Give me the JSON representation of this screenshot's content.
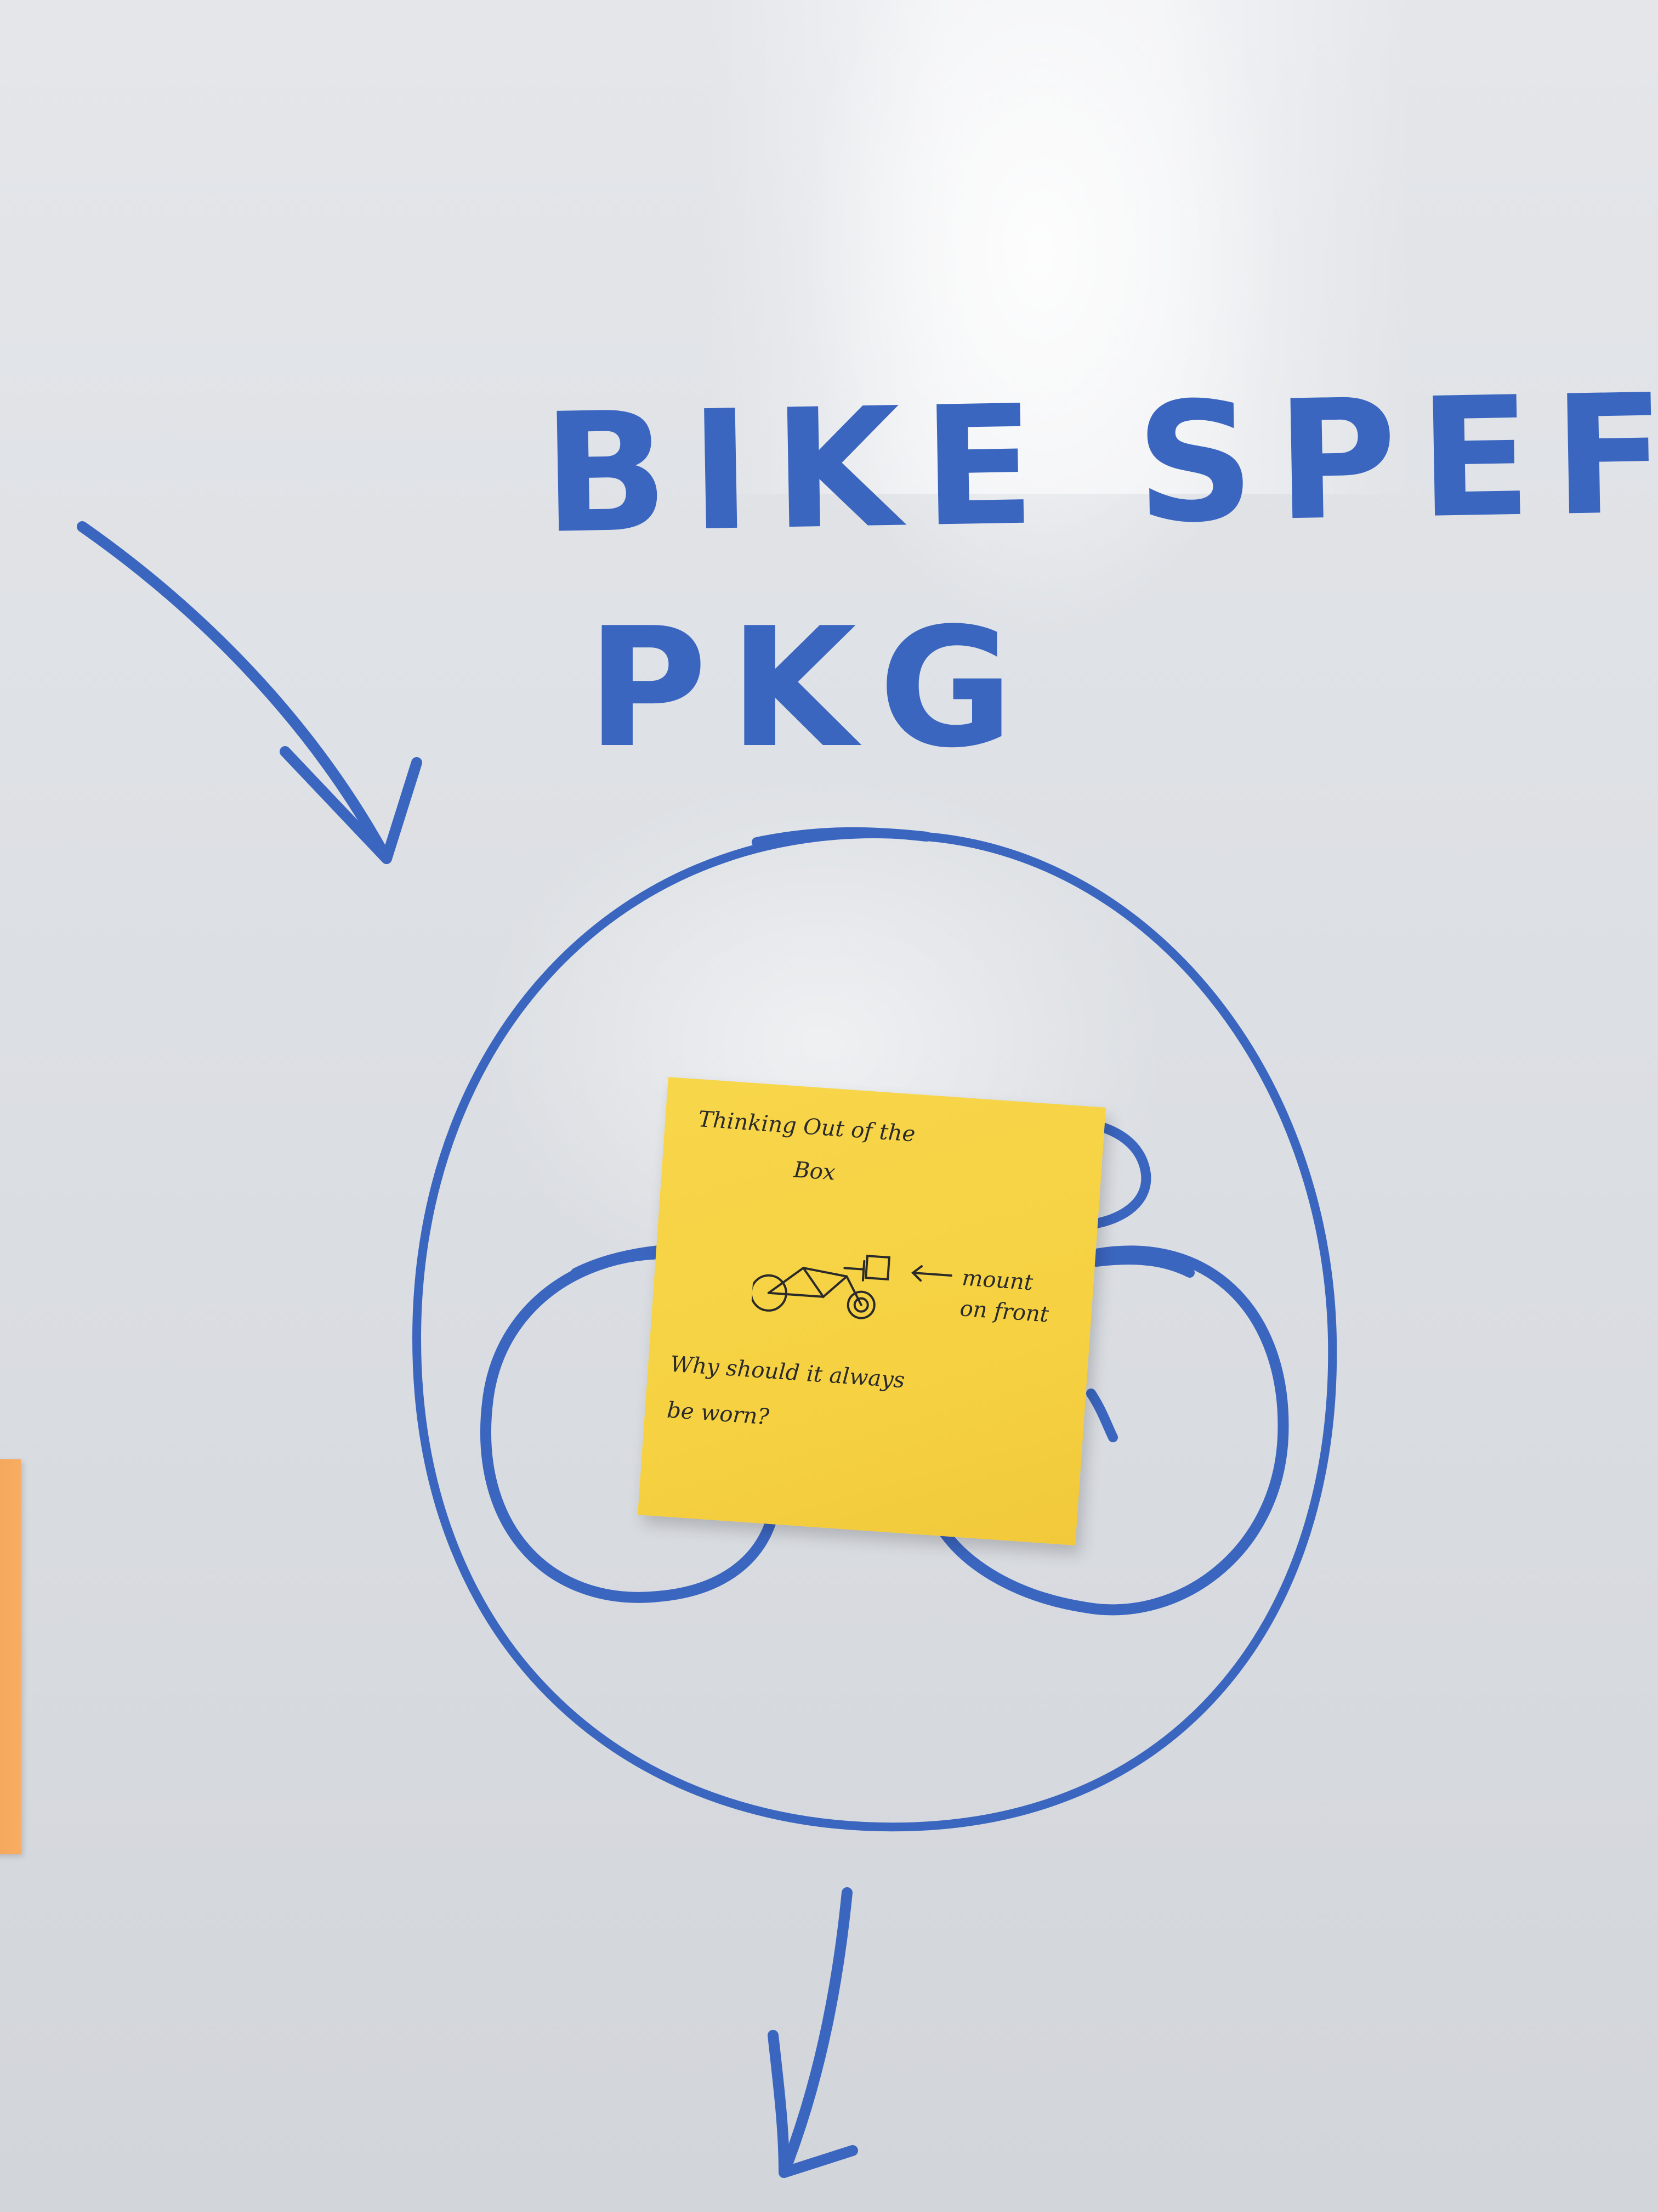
{
  "board": {
    "heading_line1": "BIKE SPEFICIC",
    "heading_line2": "PKG"
  },
  "sticky_note": {
    "title_line1": "Thinking Out of the",
    "title_line2": "Box",
    "annotation_line1": "mount",
    "annotation_line2": "on front",
    "question_line1": "Why should it always",
    "question_line2": "be worn?"
  },
  "colors": {
    "marker": "#3b66c0",
    "sticky_yellow": "#f6d242",
    "sticky_orange": "#f7ad62",
    "whiteboard": "#dfe2e6"
  }
}
